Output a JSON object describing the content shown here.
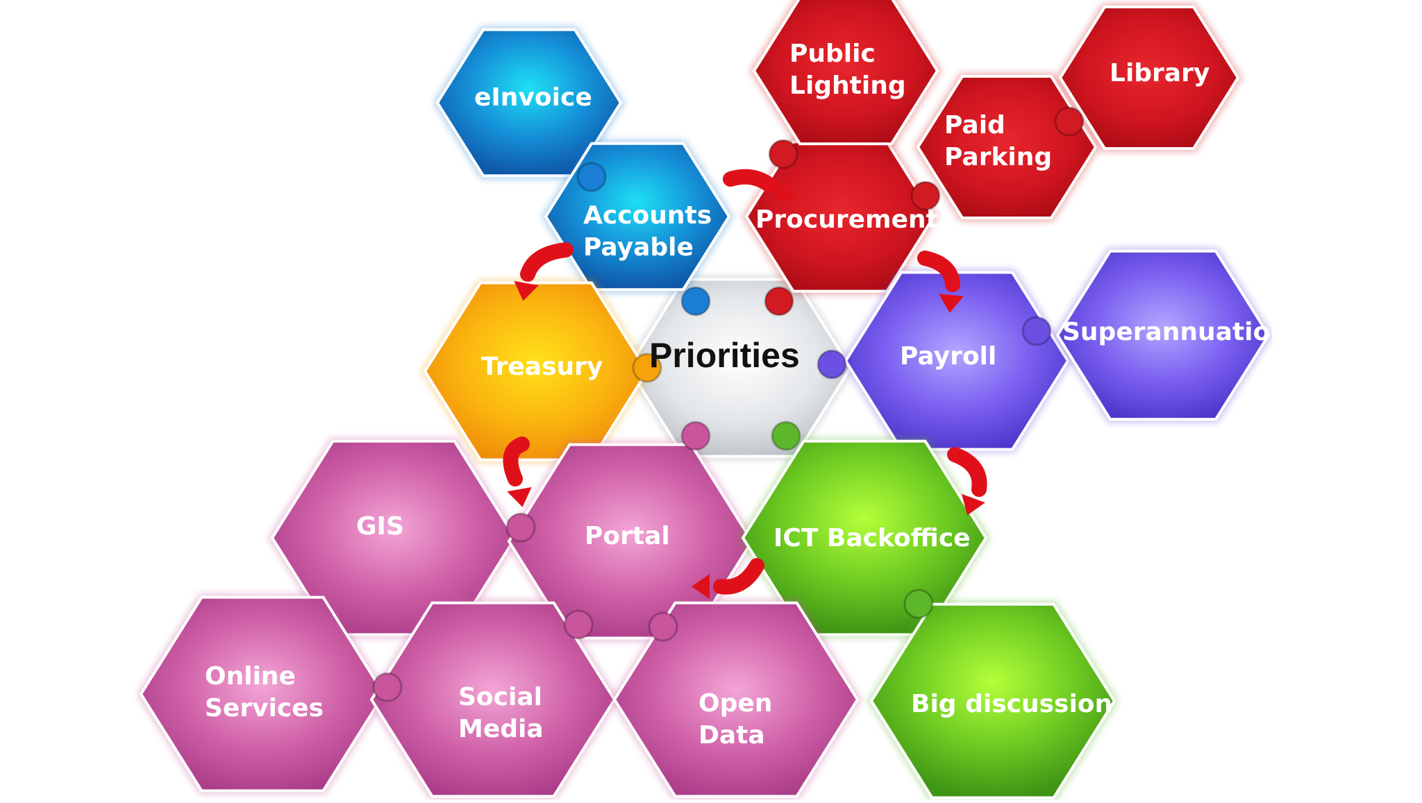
{
  "colors": {
    "blue": "#1a7ed4",
    "red": "#d11a22",
    "purple": "#6a4fe0",
    "orange": "#f5a20c",
    "magenta": "#c9559d",
    "green": "#5cb82a",
    "center": "#d7dadd",
    "arrow": "#e0101a"
  },
  "diagram": {
    "center": {
      "label": "Priorities"
    },
    "nodes": [
      {
        "id": "einvoice",
        "lines": [
          "eInvoice"
        ],
        "color": "blue"
      },
      {
        "id": "accounts-payable",
        "lines": [
          "Accounts",
          "Payable"
        ],
        "color": "blue"
      },
      {
        "id": "procurement",
        "lines": [
          "Procurement"
        ],
        "color": "red"
      },
      {
        "id": "public-lighting",
        "lines": [
          "Public",
          "Lighting"
        ],
        "color": "red"
      },
      {
        "id": "paid-parking",
        "lines": [
          "Paid",
          "Parking"
        ],
        "color": "red"
      },
      {
        "id": "library",
        "lines": [
          "Library"
        ],
        "color": "red"
      },
      {
        "id": "treasury",
        "lines": [
          "Treasury"
        ],
        "color": "orange"
      },
      {
        "id": "payroll",
        "lines": [
          "Payroll"
        ],
        "color": "purple"
      },
      {
        "id": "superannuation",
        "lines": [
          "Superannuation"
        ],
        "color": "purple"
      },
      {
        "id": "gis",
        "lines": [
          "GIS"
        ],
        "color": "magenta"
      },
      {
        "id": "portal",
        "lines": [
          "Portal"
        ],
        "color": "magenta"
      },
      {
        "id": "ict-backoffice",
        "lines": [
          "ICT Backoffice"
        ],
        "color": "green"
      },
      {
        "id": "online-services",
        "lines": [
          "Online",
          "Services"
        ],
        "color": "magenta"
      },
      {
        "id": "social-media",
        "lines": [
          "Social",
          "Media"
        ],
        "color": "magenta"
      },
      {
        "id": "open-data",
        "lines": [
          "Open",
          "Data"
        ],
        "color": "magenta"
      },
      {
        "id": "big-discussion",
        "lines": [
          "Big discussion"
        ],
        "color": "green"
      }
    ]
  }
}
